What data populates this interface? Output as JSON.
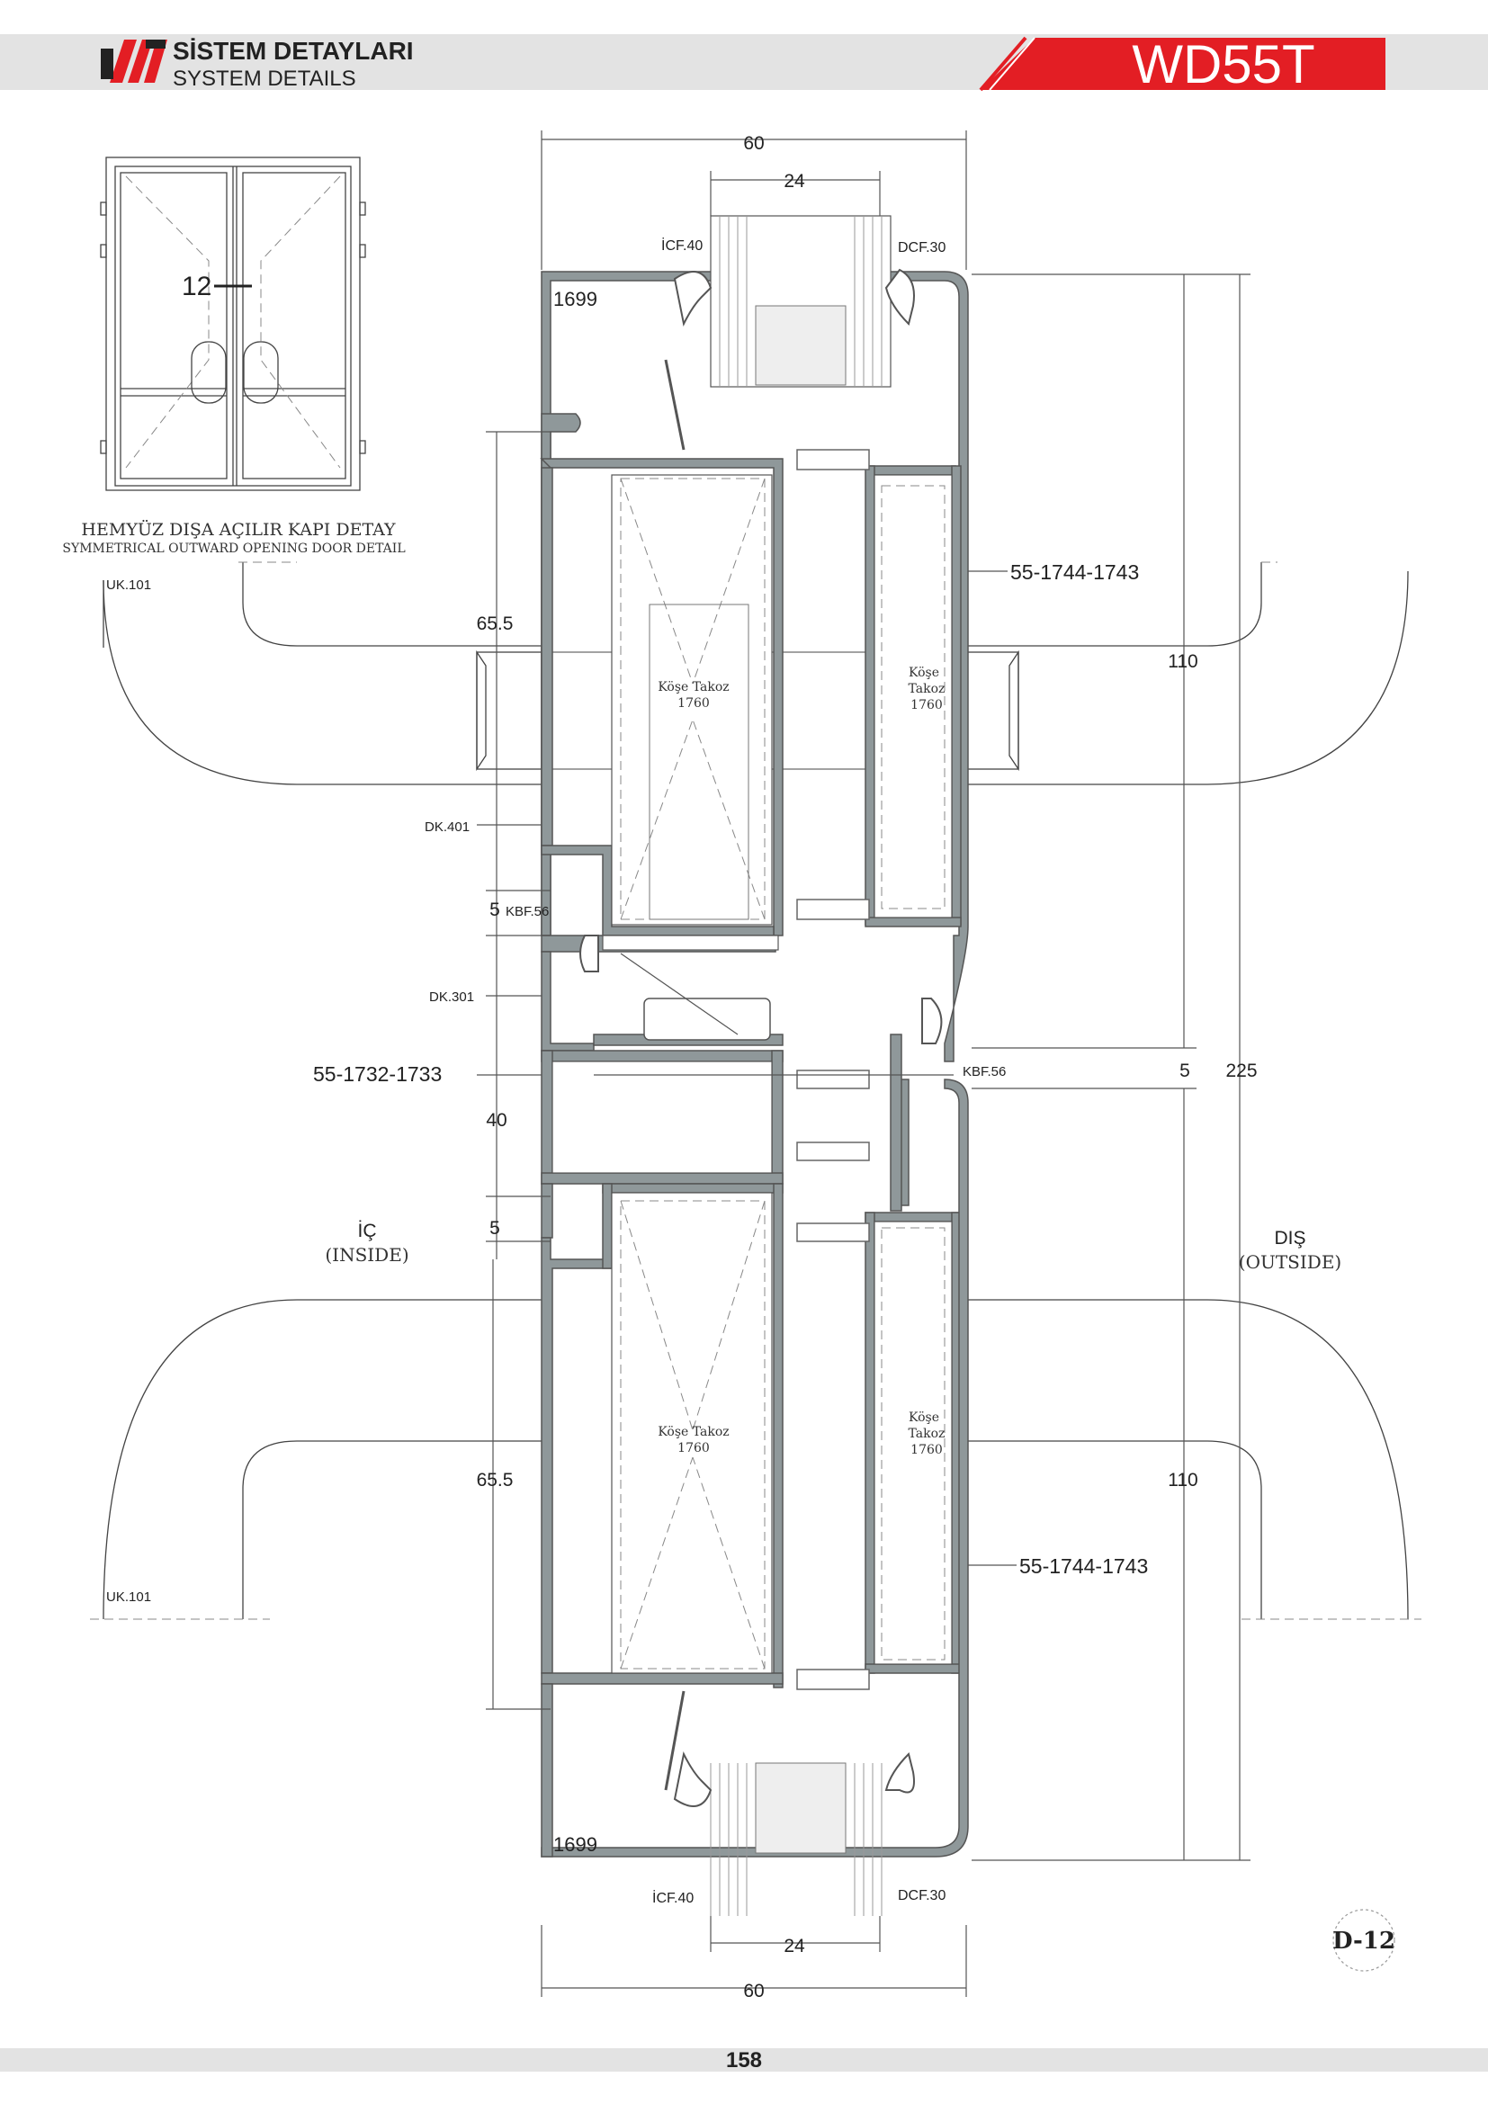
{
  "header": {
    "title_tr": "SİSTEM DETAYLARI",
    "title_en": "SYSTEM DETAILS",
    "product_code": "WD55T",
    "brand_color": "#e31e24",
    "bar_color": "#e3e3e3"
  },
  "thumbnail": {
    "callout": "12",
    "caption_tr": "HEMYÜZ DIŞA AÇILIR KAPI DETAY",
    "caption_en": "SYMMETRICAL OUTWARD OPENING DOOR DETAIL"
  },
  "dimensions": {
    "top_outer": "60",
    "top_inner": "24",
    "bottom_inner": "24",
    "bottom_outer": "60",
    "left_upper": "65.5",
    "gap_upper": "5",
    "center": "40",
    "gap_lower": "5",
    "left_lower": "65.5",
    "right_upper": "110",
    "right_gap": "5",
    "right_total": "225",
    "right_lower": "110"
  },
  "labels": {
    "icf_top": "İCF.40",
    "dcf_top": "DCF.30",
    "icf_bottom": "İCF.40",
    "dcf_bottom": "DCF.30",
    "profile_top": "1699",
    "profile_bottom": "1699",
    "sash_upper": "55-1744-1743",
    "sash_lower": "55-1744-1743",
    "mullion": "55-1732-1733",
    "uk_top": "UK.101",
    "uk_bottom": "UK.101",
    "dk401": "DK.401",
    "dk301": "DK.301",
    "kbf_left": "KBF.56",
    "kbf_right": "KBF.56",
    "block_a_line1": "Köşe Takoz",
    "block_a_line2": "1760",
    "block_b_line1": "Köşe",
    "block_b_line2": "Takoz",
    "block_b_line3": "1760",
    "block_c_line1": "Köşe Takoz",
    "block_c_line2": "1760",
    "block_d_line1": "Köşe",
    "block_d_line2": "Takoz",
    "block_d_line3": "1760"
  },
  "sides": {
    "inside_tr": "İÇ",
    "inside_en": "(INSIDE)",
    "outside_tr": "DIŞ",
    "outside_en": "(OUTSIDE)"
  },
  "detail_code": "D-12",
  "page_number": "158"
}
